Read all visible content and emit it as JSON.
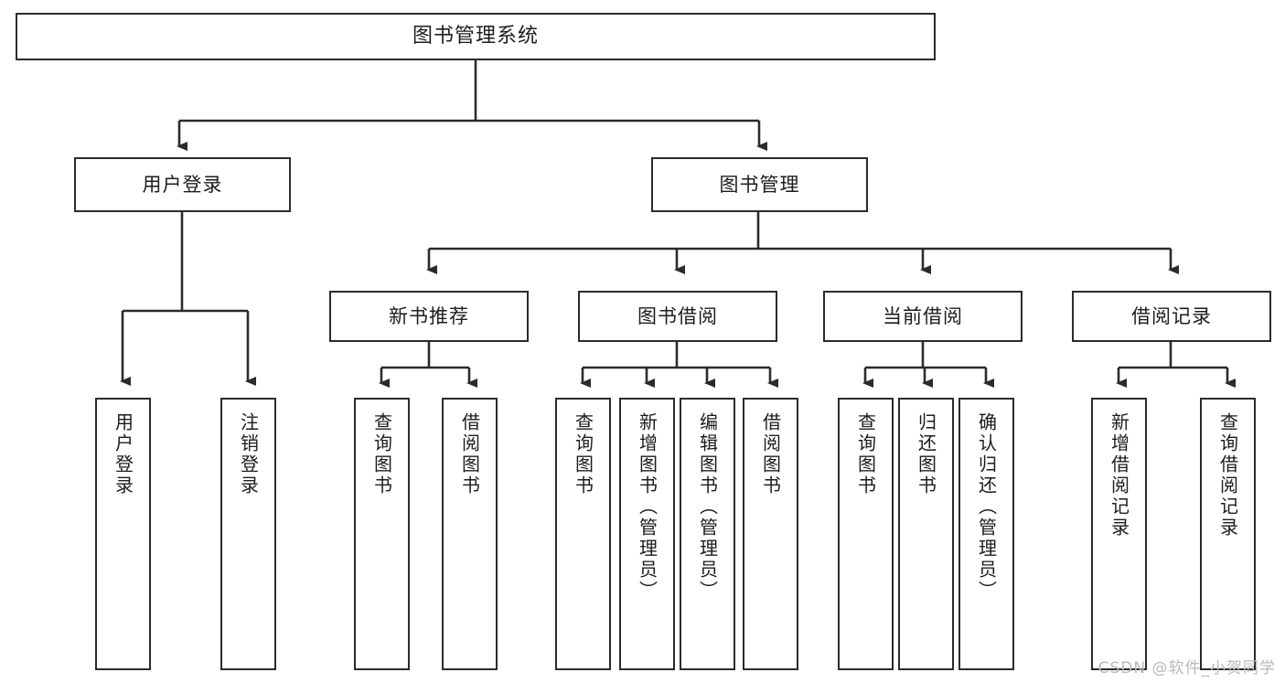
{
  "diagram": {
    "title": "图书管理系统",
    "type": "tree-hierarchy-chart",
    "watermark": "CSDN @软件_小贺同学"
  },
  "nodes": {
    "root": {
      "label": "图书管理系统"
    },
    "level2": [
      {
        "key": "user_login",
        "label": "用户登录"
      },
      {
        "key": "book_manage",
        "label": "图书管理"
      }
    ],
    "level3": [
      {
        "key": "new_book_rec",
        "label": "新书推荐"
      },
      {
        "key": "book_borrow",
        "label": "图书借阅"
      },
      {
        "key": "current_borrow",
        "label": "当前借阅"
      },
      {
        "key": "borrow_record",
        "label": "借阅记录"
      }
    ],
    "leaves": [
      {
        "key": "leaf_user_login",
        "label": "用户登录"
      },
      {
        "key": "leaf_logout_login",
        "label": "注销登录"
      },
      {
        "key": "leaf_query_book_1",
        "label": "查询图书"
      },
      {
        "key": "leaf_borrow_book_1",
        "label": "借阅图书"
      },
      {
        "key": "leaf_query_book_2",
        "label": "查询图书"
      },
      {
        "key": "leaf_add_book_admin",
        "label": "新增图书（管理员）"
      },
      {
        "key": "leaf_edit_book_admin",
        "label": "编辑图书（管理员）"
      },
      {
        "key": "leaf_borrow_book_2",
        "label": "借阅图书"
      },
      {
        "key": "leaf_query_book_3",
        "label": "查询图书"
      },
      {
        "key": "leaf_return_book",
        "label": "归还图书"
      },
      {
        "key": "leaf_confirm_return_admin",
        "label": "确认归还（管理员）"
      },
      {
        "key": "leaf_add_borrow_record",
        "label": "新增借阅记录"
      },
      {
        "key": "leaf_query_borrow_record",
        "label": "查询借阅记录"
      }
    ]
  },
  "colors": {
    "border": "#2b2b2b",
    "line": "#2b2b2b",
    "background": "#ffffff",
    "text": "#1c1c1c",
    "watermark": "#b9b9b9"
  }
}
